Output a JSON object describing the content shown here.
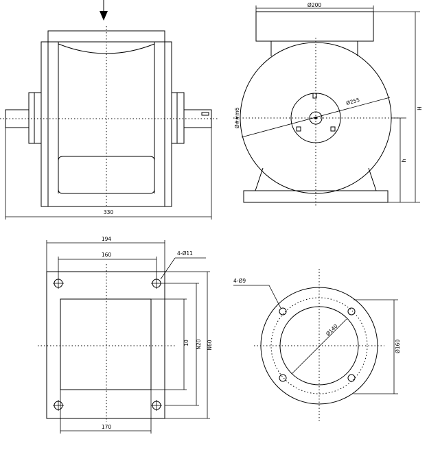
{
  "front_view": {
    "width_330": "330"
  },
  "side_view": {
    "flange_200": "Ø200",
    "diag_255": "Ø255",
    "shaft_dia": "Ø##m6",
    "height_h": "H",
    "height_h_sub": "h"
  },
  "base_view": {
    "w_194": "194",
    "w_160": "160",
    "w_170": "170",
    "holes": "4-Ø11",
    "v1": "10",
    "v2": "N20",
    "v3": "N60"
  },
  "flange_view": {
    "holes": "4-Ø9",
    "inner_dia": "Ø140",
    "height": "Ø160"
  }
}
